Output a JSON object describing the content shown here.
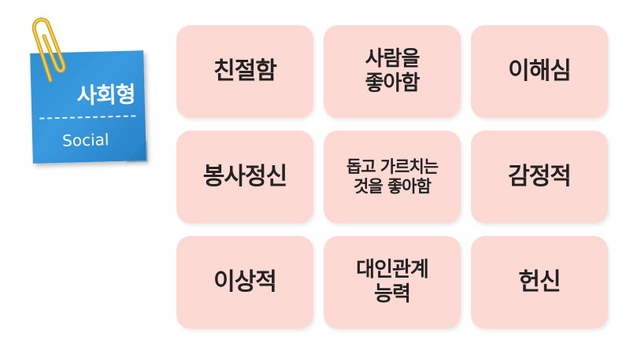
{
  "badge": {
    "title": "사회형",
    "subtitle": "Social",
    "color": "#3390d6"
  },
  "cards": [
    {
      "label": "친절함"
    },
    {
      "label": "사람을\n좋아함"
    },
    {
      "label": "이해심"
    },
    {
      "label": "봉사정신"
    },
    {
      "label": "돕고 가르치는\n것을 좋아함"
    },
    {
      "label": "감정적"
    },
    {
      "label": "이상적"
    },
    {
      "label": "대인관계\n능력"
    },
    {
      "label": "헌신"
    }
  ],
  "card_color": "#fcdad3",
  "icons": [
    "paperclip-icon"
  ]
}
